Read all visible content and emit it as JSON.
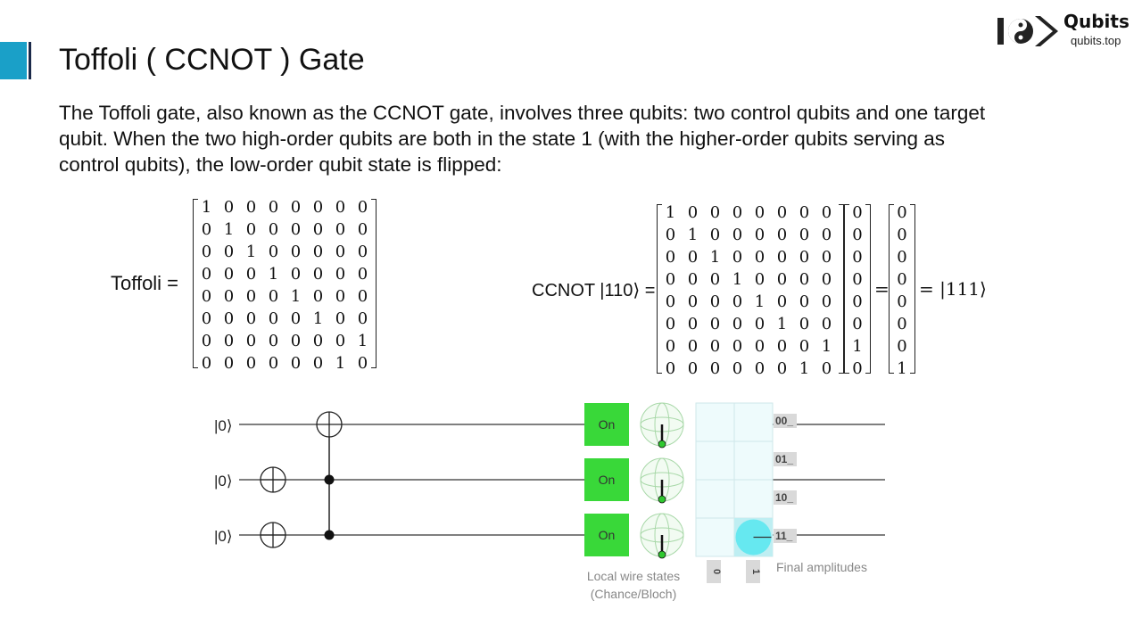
{
  "header": {
    "title": "Toffoli ( CCNOT ) Gate"
  },
  "logo": {
    "name": "Qubits",
    "url": "qubits.top"
  },
  "paragraph": {
    "lines": [
      "The Toffoli gate, also known as the CCNOT gate, involves three qubits: two control qubits and one target",
      "qubit. When the two high-order qubits are both in the state 1 (with the higher-order qubits serving as",
      "control qubits), the low-order qubit state is flipped:"
    ]
  },
  "toffoli_eq": {
    "label": "Toffoli =",
    "matrix": [
      [
        "1",
        "0",
        "0",
        "0",
        "0",
        "0",
        "0",
        "0"
      ],
      [
        "0",
        "1",
        "0",
        "0",
        "0",
        "0",
        "0",
        "0"
      ],
      [
        "0",
        "0",
        "1",
        "0",
        "0",
        "0",
        "0",
        "0"
      ],
      [
        "0",
        "0",
        "0",
        "1",
        "0",
        "0",
        "0",
        "0"
      ],
      [
        "0",
        "0",
        "0",
        "0",
        "1",
        "0",
        "0",
        "0"
      ],
      [
        "0",
        "0",
        "0",
        "0",
        "0",
        "1",
        "0",
        "0"
      ],
      [
        "0",
        "0",
        "0",
        "0",
        "0",
        "0",
        "0",
        "1"
      ],
      [
        "0",
        "0",
        "0",
        "0",
        "0",
        "0",
        "1",
        "0"
      ]
    ]
  },
  "ccnot_eq": {
    "label": "CCNOT |110⟩ =",
    "input_vector": [
      "0",
      "0",
      "0",
      "0",
      "0",
      "0",
      "1",
      "0"
    ],
    "output_vector": [
      "0",
      "0",
      "0",
      "0",
      "0",
      "0",
      "0",
      "1"
    ],
    "equals": "=",
    "result": "= |111⟩"
  },
  "circuit": {
    "wire_labels": [
      "|0⟩",
      "|0⟩",
      "|0⟩"
    ],
    "display_buttons": [
      "On",
      "On",
      "On"
    ],
    "amplitude_labels": [
      "00_",
      "01_",
      "10_",
      "11_"
    ],
    "column_labels": [
      "0",
      "1"
    ],
    "local_states_caption": [
      "Local wire states",
      "(Chance/Bloch)"
    ],
    "final_amplitudes_caption": "Final amplitudes",
    "colors": {
      "on_green": "#39d839",
      "amp_cyan": "#66e8f0",
      "grid_bg": "#eefbfc"
    }
  }
}
